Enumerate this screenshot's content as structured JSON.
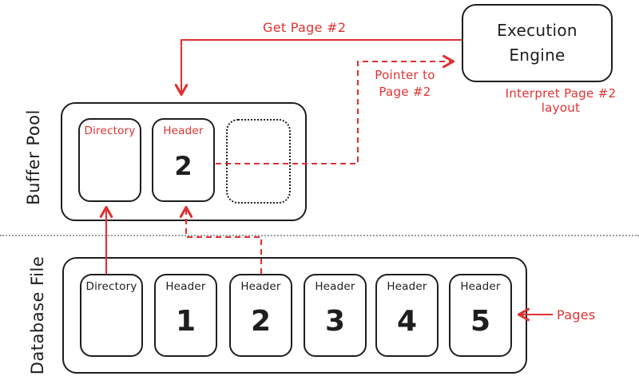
{
  "colors": {
    "ink": "#1e1e1e",
    "red": "#e03131",
    "divider_gray": "#9e9e9e",
    "background": "#ffffff"
  },
  "execution_engine": {
    "title": "Execution Engine",
    "caption": "Interpret Page #2 layout"
  },
  "annotations": {
    "get_page": "Get Page #2",
    "pointer": "Pointer to Page #2",
    "pages": "Pages"
  },
  "buffer_pool": {
    "label": "Buffer Pool",
    "directory_label": "Directory",
    "cached_page": {
      "header_label": "Header",
      "number": "2"
    }
  },
  "database_file": {
    "label": "Database File",
    "directory_label": "Directory",
    "pages": [
      {
        "header_label": "Header",
        "number": "1"
      },
      {
        "header_label": "Header",
        "number": "2"
      },
      {
        "header_label": "Header",
        "number": "3"
      },
      {
        "header_label": "Header",
        "number": "4"
      },
      {
        "header_label": "Header",
        "number": "5"
      }
    ]
  }
}
